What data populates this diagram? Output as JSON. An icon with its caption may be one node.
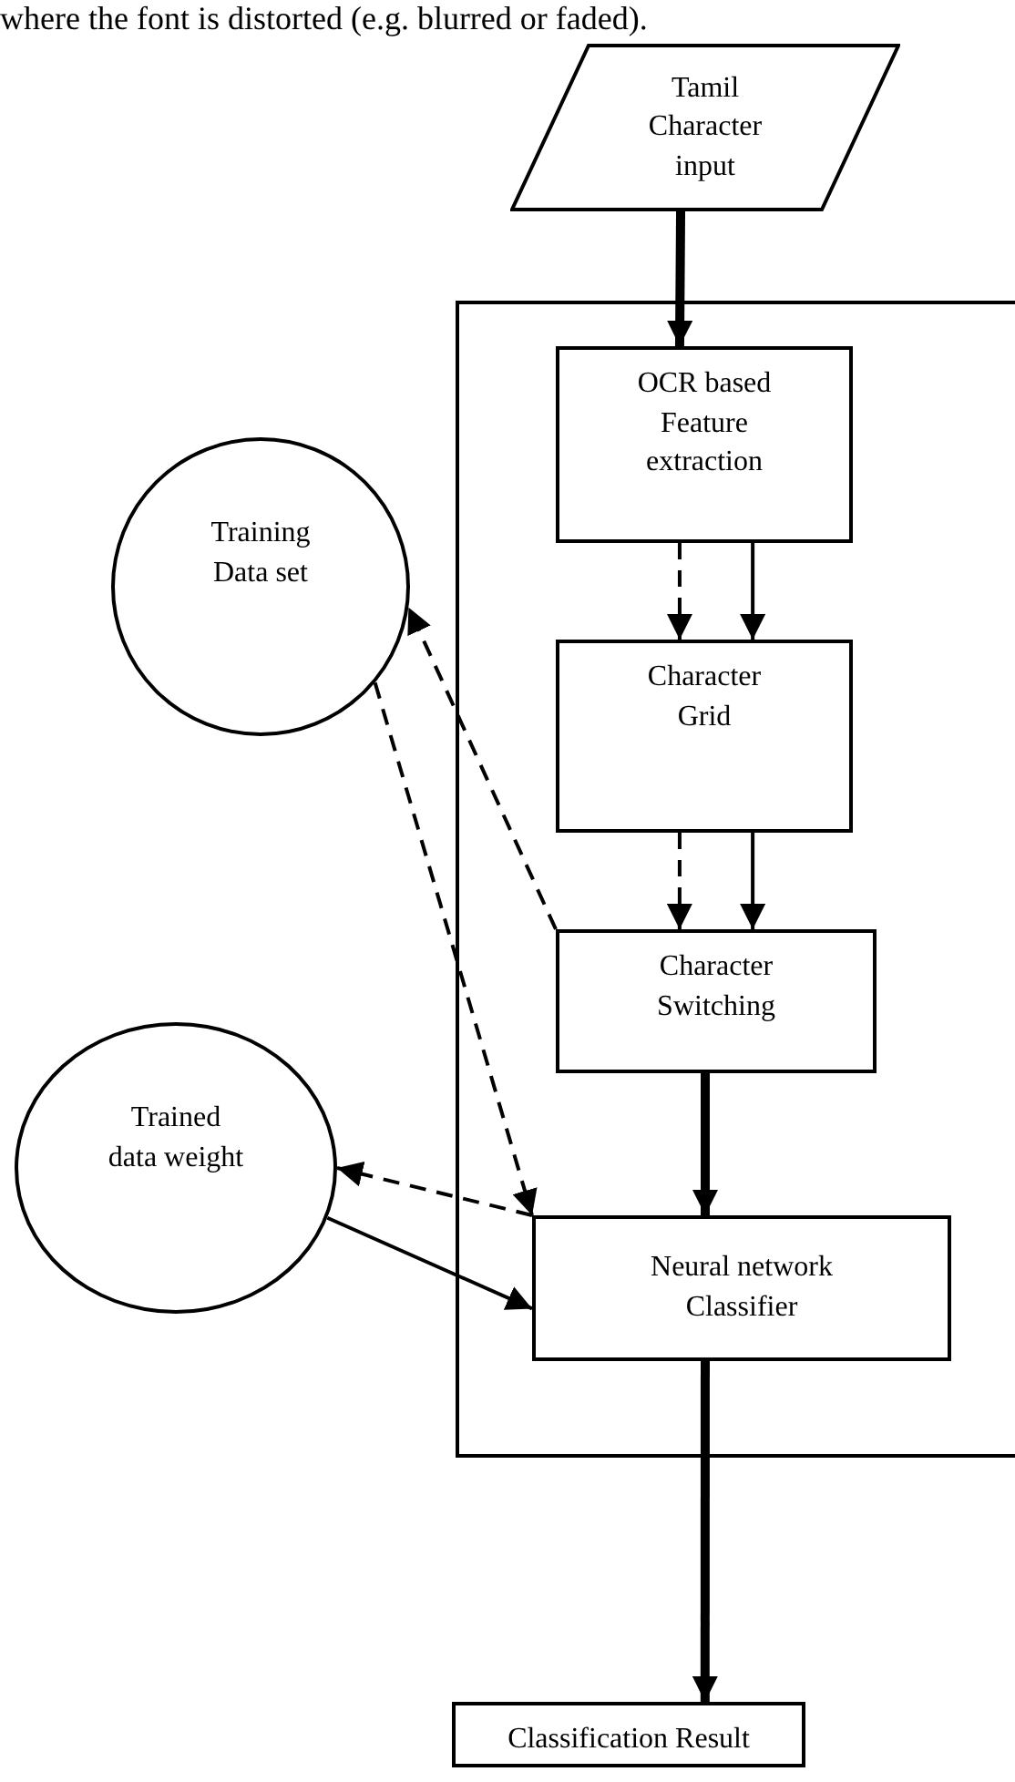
{
  "diagram": {
    "nodes": [
      {
        "text": [
          "Tamil Character input"
        ]
      },
      {
        "text": [],
        "shape": "box"
      },
      {
        "text": [
          "OCR based Feature extraction"
        ],
        "in": 1
      },
      {
        "text": [
          "Training Data set"
        ]
      },
      {
        "text": [
          "Character Grid"
        ],
        "in": 1
      },
      {
        "text": [
          "Character Switching"
        ],
        "in": 1
      },
      {
        "text": [
          "Trained data weight"
        ]
      },
      {
        "text": [
          "Neural network Classifier"
        ],
        "in": 1
      },
      {
        "text": [
          "Classification Result"
        ]
      }
    ],
    "edges": [
      {
        "from": 0,
        "to": 2,
        "arrow": "to",
        "style": "thick"
      },
      {
        "from": 2,
        "to": 4,
        "arrow": "to",
        "style": "dashed"
      },
      {
        "from": 2,
        "to": 4,
        "arrow": "to"
      },
      {
        "from": 4,
        "to": 5,
        "arrow": "to",
        "style": "dashed"
      },
      {
        "from": 4,
        "to": 5,
        "arrow": "to"
      },
      {
        "from": 5,
        "to": 3,
        "arrow": "to",
        "style": "dashed"
      },
      {
        "from": 3,
        "to": 7,
        "arrow": "to",
        "style": "dashed"
      },
      {
        "from": 7,
        "to": 6,
        "arrow": "to",
        "style": "dashed"
      },
      {
        "from": 6,
        "to": 7,
        "arrow": "to"
      },
      {
        "from": 5,
        "to": 7,
        "arrow": "to",
        "style": "thick"
      },
      {
        "from": 7,
        "to": 8,
        "arrow": "to",
        "style": "thick"
      }
    ],
    "labels": [
      "where the font is distorted (e.g. blurred or faded)."
    ]
  }
}
